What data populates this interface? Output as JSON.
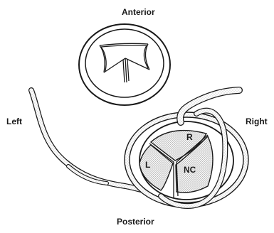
{
  "orientation": {
    "anterior": "Anterior",
    "posterior": "Posterior",
    "left": "Left",
    "right": "Right"
  },
  "aortic_valve": {
    "cusps": {
      "right": "R",
      "left": "L",
      "noncoronary": "NC"
    }
  }
}
